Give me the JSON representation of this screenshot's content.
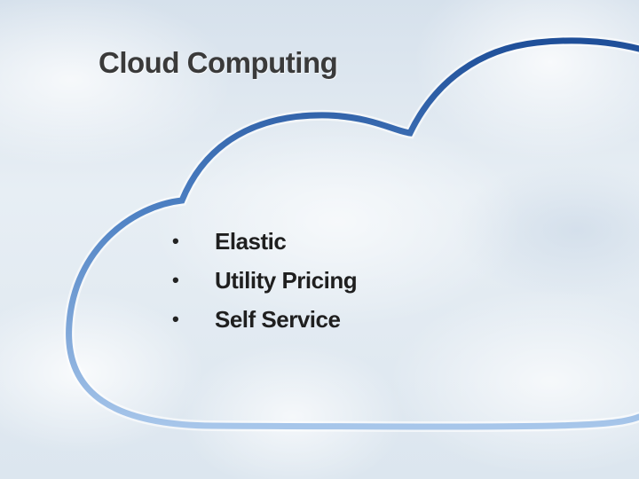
{
  "slide": {
    "title": "Cloud Computing",
    "bullets": [
      {
        "label": "Elastic"
      },
      {
        "label": "Utility Pricing"
      },
      {
        "label": "Self Service"
      }
    ],
    "bullet_glyph": "•"
  },
  "colors": {
    "outline_dark": "#1f4f99",
    "outline_light": "#a7c6ea",
    "title": "#3a3a3a",
    "text": "#1f1f1f"
  }
}
